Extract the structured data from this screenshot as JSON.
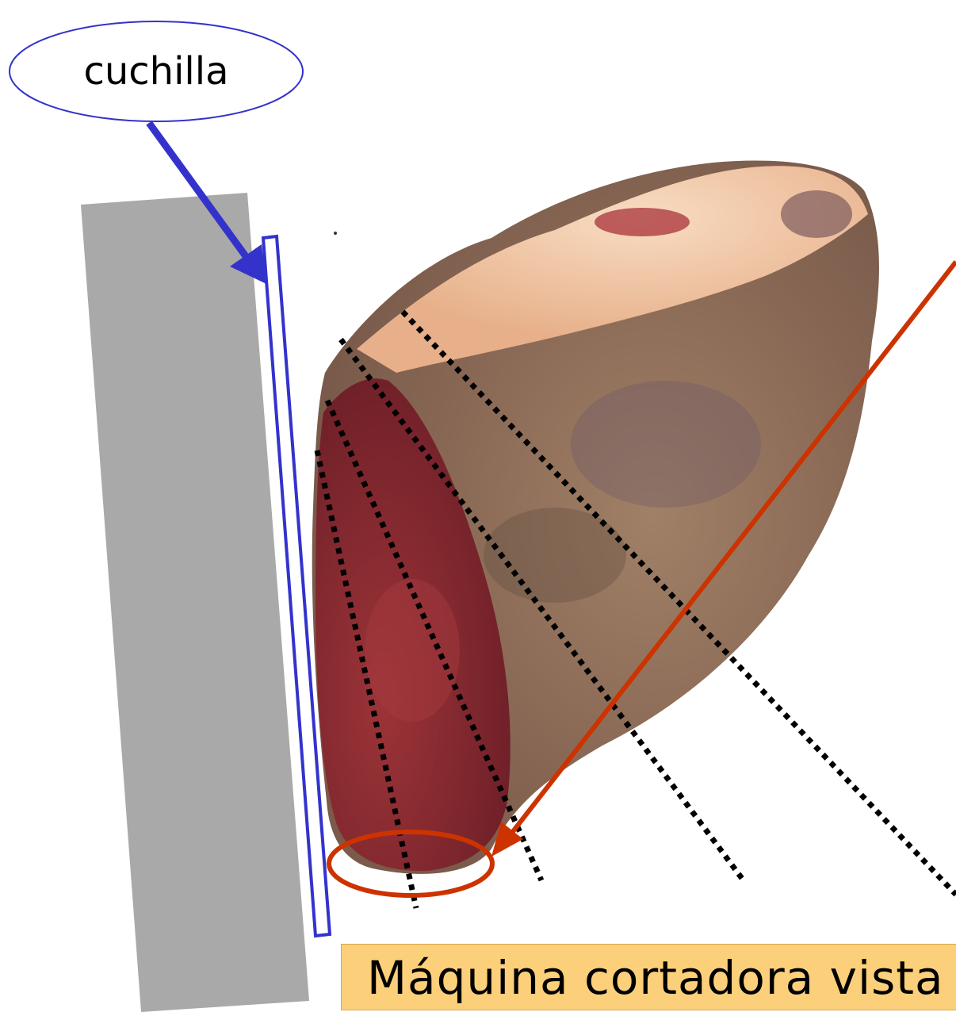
{
  "callout": {
    "label": "cuchilla"
  },
  "caption": {
    "text": "Máquina cortadora vista de"
  },
  "colors": {
    "blade_outline": "#3333cc",
    "arrow_blue": "#3333cc",
    "machine_body": "#a9a9a9",
    "highlight_red": "#cc3300",
    "cut_lines": "#000000",
    "caption_bg": "#fcd07a",
    "ham_fat": "#f1c9a7",
    "ham_meat": "#8c2c30"
  },
  "icons": {
    "machine": "slicer-machine-body",
    "blade": "blade-outline",
    "ham": "ham-photo"
  }
}
